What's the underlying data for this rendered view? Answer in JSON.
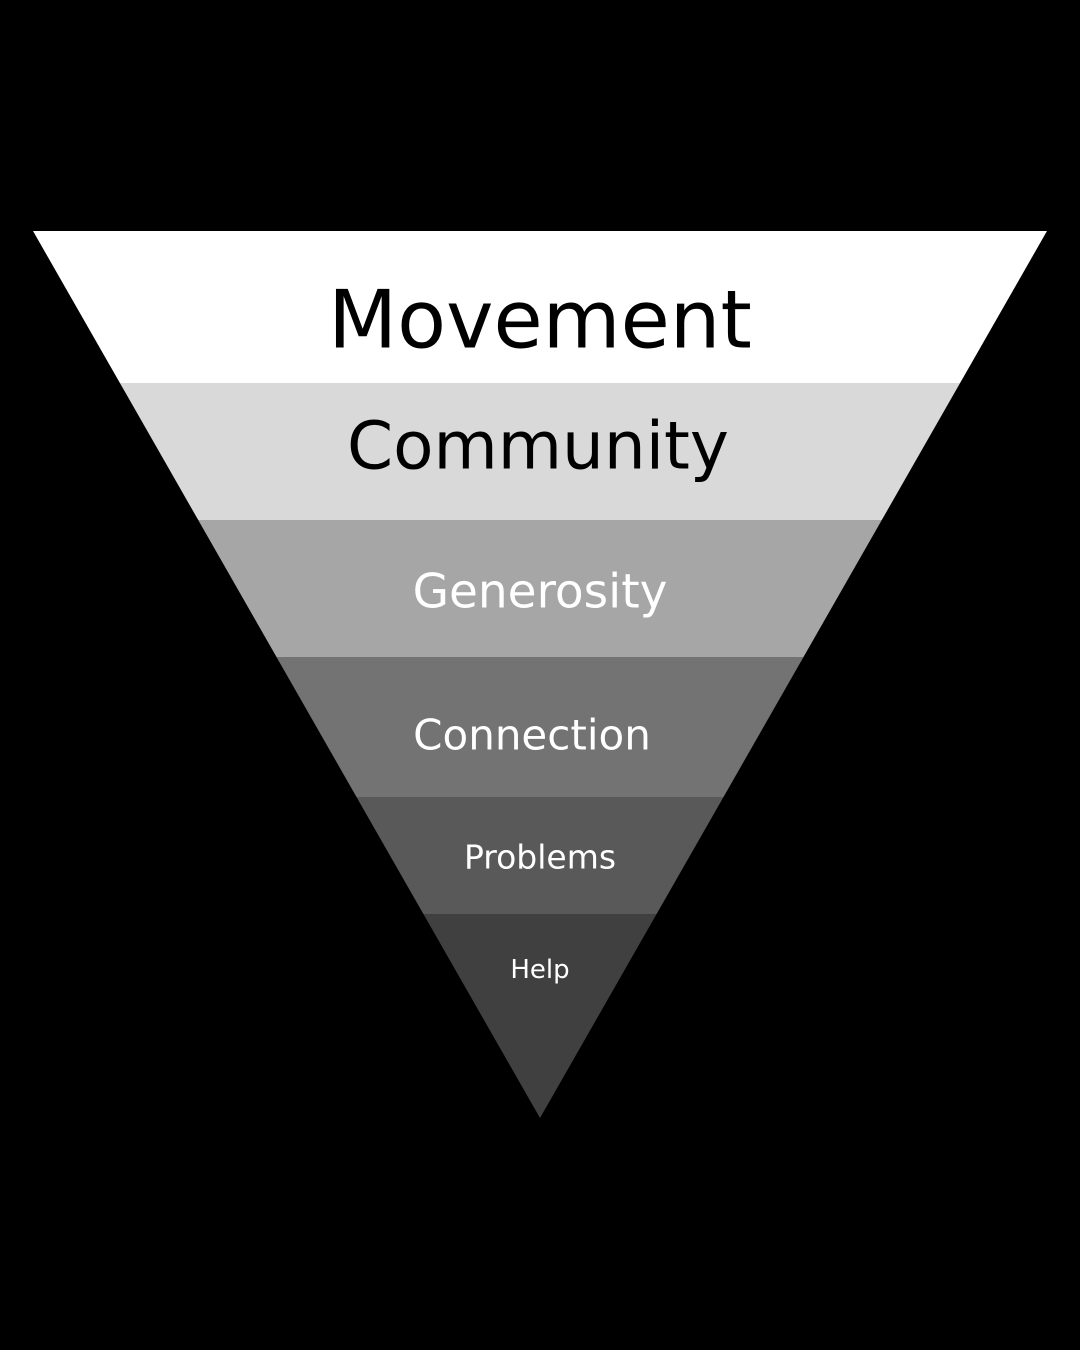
{
  "background_color": "#000000",
  "funnel": {
    "layers": [
      {
        "label": "Movement",
        "fill": "#ffffff",
        "text_color": "#000000"
      },
      {
        "label": "Community",
        "fill": "#d9d9d9",
        "text_color": "#000000"
      },
      {
        "label": "Generosity",
        "fill": "#a6a6a6",
        "text_color": "#ffffff"
      },
      {
        "label": "Connection",
        "fill": "#737373",
        "text_color": "#ffffff"
      },
      {
        "label": "Problems",
        "fill": "#595959",
        "text_color": "#ffffff"
      },
      {
        "label": "Help",
        "fill": "#404040",
        "text_color": "#ffffff"
      }
    ]
  }
}
